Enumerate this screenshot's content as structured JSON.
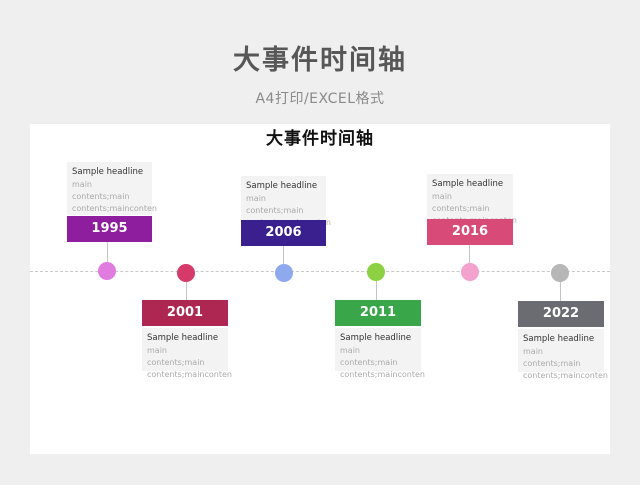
{
  "header": {
    "title": "大事件时间轴",
    "subtitle": "A4打印/EXCEL格式"
  },
  "sheet": {
    "title": "大事件时间轴"
  },
  "events": [
    {
      "year": "1995",
      "headline": "Sample headline",
      "line1": "main contents;main",
      "line2": "contents;mainconten",
      "color": "#8e1e9e",
      "dot_color": "#e07be0"
    },
    {
      "year": "2001",
      "headline": "Sample headline",
      "line1": "main contents;main",
      "line2": "contents;mainconten",
      "color": "#ad2752",
      "dot_color": "#d63a6a"
    },
    {
      "year": "2006",
      "headline": "Sample headline",
      "line1": "main contents;main",
      "line2": "contents;mainconten",
      "color": "#3a1f8f",
      "dot_color": "#8fa9ef"
    },
    {
      "year": "2011",
      "headline": "Sample headline",
      "line1": "main contents;main",
      "line2": "contents;mainconten",
      "color": "#3aa64a",
      "dot_color": "#8ed043"
    },
    {
      "year": "2016",
      "headline": "Sample headline",
      "line1": "main contents;main",
      "line2": "contents;mainconten",
      "color": "#d84a78",
      "dot_color": "#f3a2cd"
    },
    {
      "year": "2022",
      "headline": "Sample headline",
      "line1": "main contents;main",
      "line2": "contents;mainconten",
      "color": "#6a6c72",
      "dot_color": "#b7b7b7"
    }
  ]
}
